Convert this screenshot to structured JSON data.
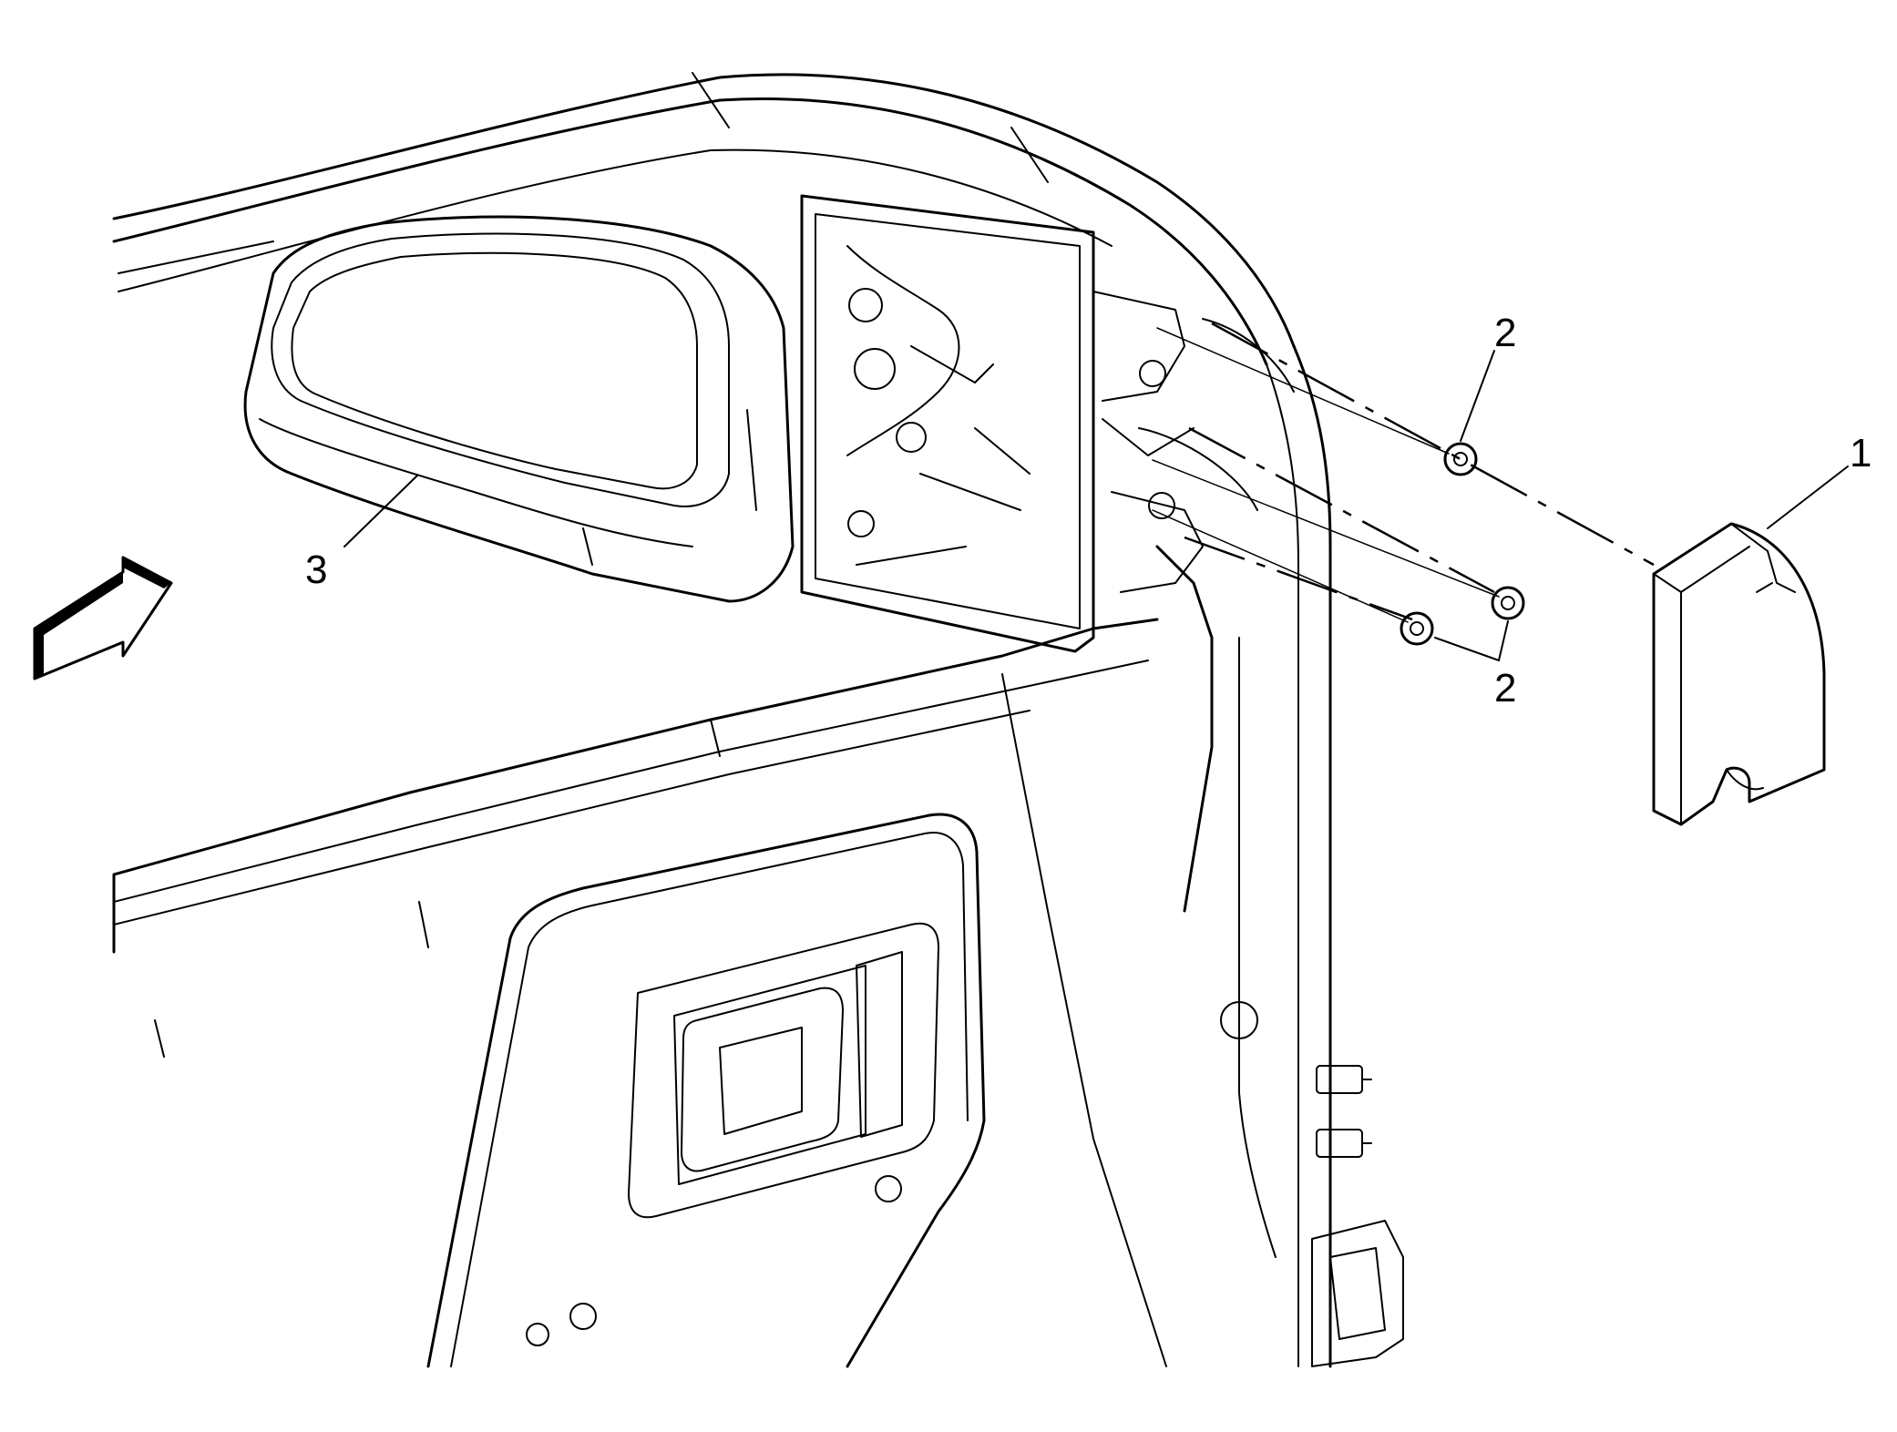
{
  "callouts": {
    "c1": "1",
    "c2_top": "2",
    "c2_bottom": "2",
    "c3": "3"
  },
  "icons": {
    "view_direction": "view-direction-arrow-icon"
  }
}
